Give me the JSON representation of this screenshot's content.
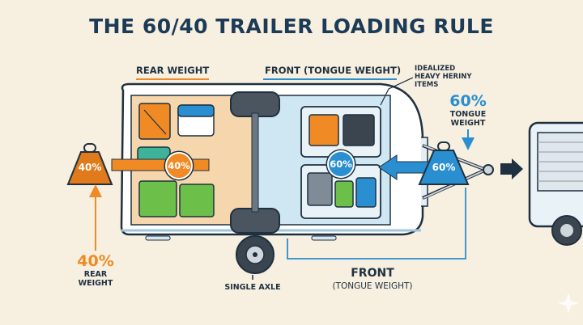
{
  "title": "THE 60/40 TRAILER LOADING RULE",
  "rear_section_label": "REAR WEIGHT",
  "front_section_label": "FRONT (TONGUE WEIGHT)",
  "items_note": "IDEALIZED HEAVY HERINY ITEMS",
  "rear_weight_tag": "40%",
  "rear_badge": "40%",
  "front_badge": "60%",
  "tongue_weight_tag": "60%",
  "right_callout": {
    "value": "60%",
    "line1": "TONGUE",
    "line2": "WEIGHT"
  },
  "left_callout": {
    "value": "40%",
    "line1": "REAR",
    "line2": "WEIGHT"
  },
  "axle_label": "SINGLE AXLE",
  "bottom_front": {
    "title": "FRONT",
    "subtitle": "(TONGUE WEIGHT)"
  },
  "colors": {
    "rear": "#f08a24",
    "front": "#2a8fd0",
    "outline": "#1f3040",
    "rear_zone": "#f6d7ad",
    "front_zone": "#cfe7f2"
  }
}
